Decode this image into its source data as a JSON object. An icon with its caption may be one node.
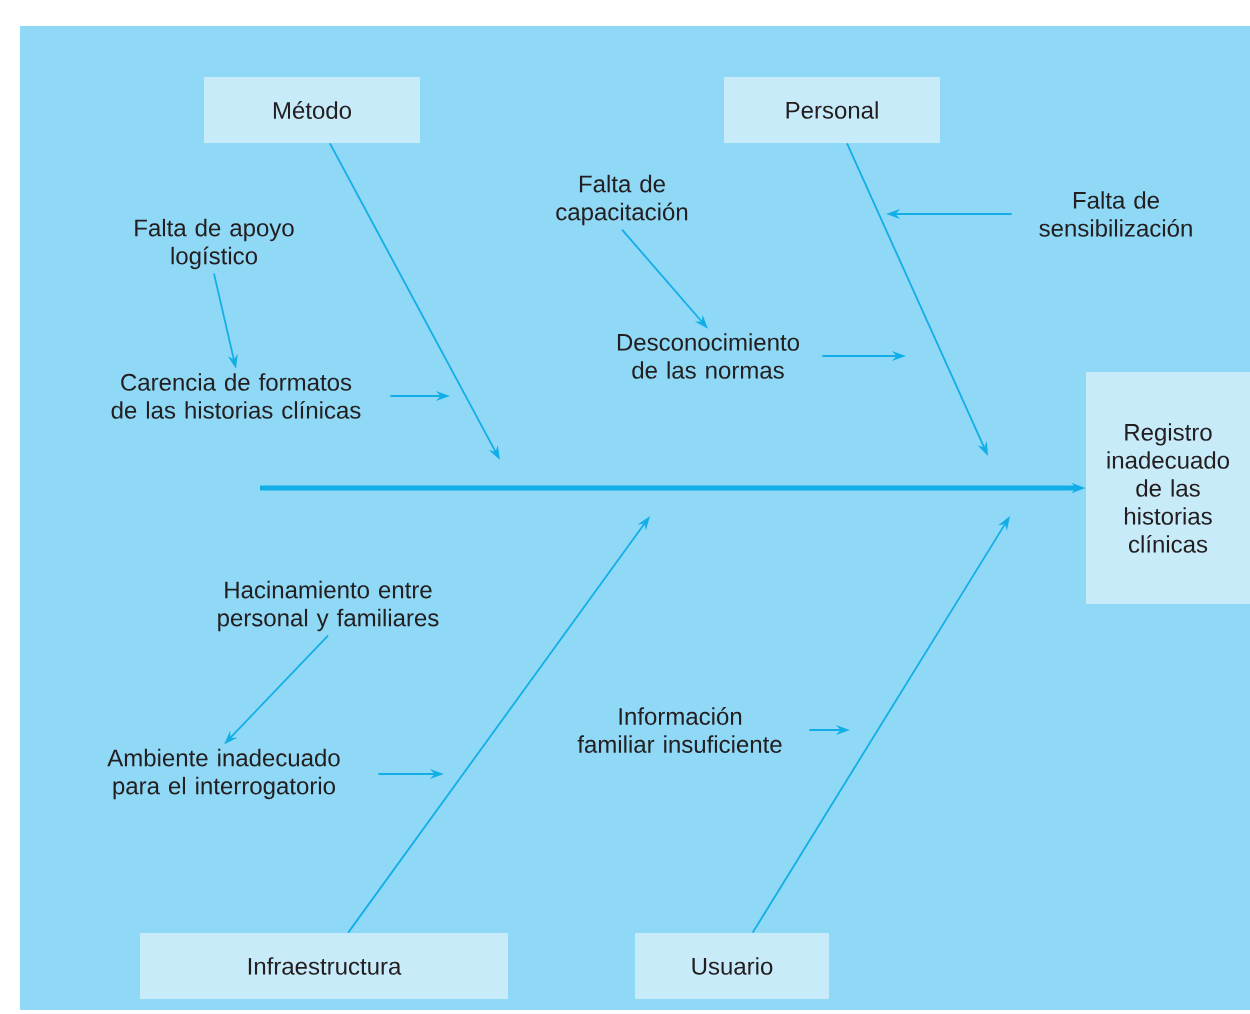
{
  "diagram": {
    "nodes": [
      {
        "text": [
          "Método"
        ]
      },
      {
        "text": [
          "Personal"
        ]
      },
      {
        "text": [
          "Falta de apoyo logístico"
        ]
      },
      {
        "text": [
          "Carencia de formatos de las historias clínicas"
        ]
      },
      {
        "text": [
          "Falta de capacitación"
        ]
      },
      {
        "text": [
          "Desconocimiento de las normas"
        ]
      },
      {
        "text": [
          "Falta de sensibilización"
        ]
      },
      {
        "text": [
          "Registro inadecuado de las historias clínicas"
        ]
      },
      {
        "text": [
          "Hacinamiento entre personal y familiares"
        ]
      },
      {
        "text": [
          "Ambiente inadecuado para el interrogatorio"
        ]
      },
      {
        "text": [
          "Información familiar insuficiente"
        ]
      },
      {
        "text": [
          "Infraestructura"
        ]
      },
      {
        "text": [
          "Usuario"
        ]
      }
    ],
    "edges": [
      {
        "from": null,
        "to": 7,
        "arrow": "to",
        "style": "thick"
      },
      {
        "from": 0,
        "to": null,
        "arrow": "to"
      },
      {
        "from": 1,
        "to": null,
        "arrow": "to"
      },
      {
        "from": 11,
        "to": null,
        "arrow": "to"
      },
      {
        "from": 12,
        "to": null,
        "arrow": "to"
      },
      {
        "from": 2,
        "to": 3,
        "arrow": "to"
      },
      {
        "from": 3,
        "to": null,
        "arrow": "to"
      },
      {
        "from": 4,
        "to": 5,
        "arrow": "to"
      },
      {
        "from": 5,
        "to": null,
        "arrow": "to"
      },
      {
        "from": 6,
        "to": null,
        "arrow": "to"
      },
      {
        "from": 8,
        "to": 9,
        "arrow": "to"
      },
      {
        "from": 9,
        "to": null,
        "arrow": "to"
      },
      {
        "from": 10,
        "to": null,
        "arrow": "to"
      }
    ]
  }
}
